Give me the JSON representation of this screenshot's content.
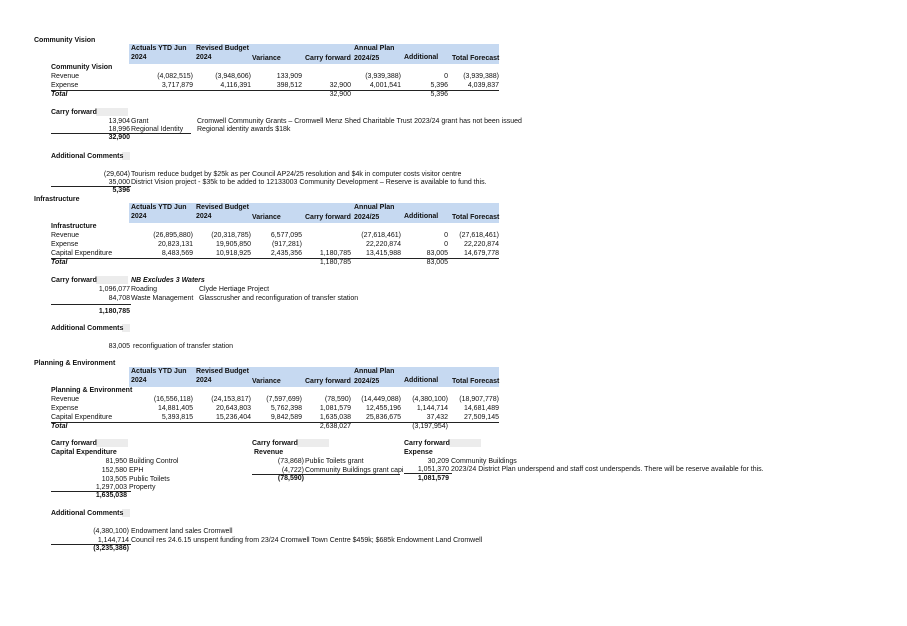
{
  "columns": {
    "actuals_line1": "Actuals YTD Jun",
    "actuals_line2": "2024",
    "revised_line1": "Revised Budget",
    "revised_line2": "2024",
    "variance": "Variance",
    "carry_forward": "Carry forward",
    "annual_plan_line1": "Annual Plan",
    "annual_plan_line2": "2024/25",
    "additional": "Additional",
    "total_forecast": "Total Forecast"
  },
  "community": {
    "section_title": "Community Vision",
    "table_title": "Community Vision",
    "rows": [
      {
        "label": "Revenue",
        "actuals": "(4,082,515)",
        "revised": "(3,948,606)",
        "variance": "133,909",
        "carry": "",
        "annual": "(3,939,388)",
        "additional": "0",
        "total": "(3,939,388)"
      },
      {
        "label": "Expense",
        "actuals": "3,717,879",
        "revised": "4,116,391",
        "variance": "398,512",
        "carry": "32,900",
        "annual": "4,001,541",
        "additional": "5,396",
        "total": "4,039,837"
      }
    ],
    "total_label": "Total",
    "total_carry": "32,900",
    "total_additional": "5,396",
    "carry_heading": "Carry forward",
    "carry_items": [
      {
        "amount": "13,904",
        "name": "Grant",
        "note": "Cromwell Community Grants – Cromwell Menz Shed Charitable Trust 2023/24 grant has not been issued"
      },
      {
        "amount": "18,996",
        "name": "Regional Identity",
        "note": "Regional identity awards $18k"
      }
    ],
    "carry_total": "32,900",
    "additional_heading": "Additional Comments",
    "additional_items": [
      {
        "amount": "(29,604)",
        "note": "Tourism reduce budget by $25k as per Council AP24/25 resolution and $4k in computer costs visitor centre"
      },
      {
        "amount": "35,000",
        "note": "District Vision project - $35k to be added to 12133003 Community Development – Reserve is available to fund this."
      }
    ],
    "additional_total": "5,396"
  },
  "infrastructure": {
    "section_title": "Infrastructure",
    "table_title": "Infrastructure",
    "rows": [
      {
        "label": "Revenue",
        "actuals": "(26,895,880)",
        "revised": "(20,318,785)",
        "variance": "6,577,095",
        "carry": "",
        "annual": "(27,618,461)",
        "additional": "0",
        "total": "(27,618,461)"
      },
      {
        "label": "Expense",
        "actuals": "20,823,131",
        "revised": "19,905,850",
        "variance": "(917,281)",
        "carry": "",
        "annual": "22,220,874",
        "additional": "0",
        "total": "22,220,874"
      },
      {
        "label": "Capital Expenditure",
        "actuals": "8,483,569",
        "revised": "10,918,925",
        "variance": "2,435,356",
        "carry": "1,180,785",
        "annual": "13,415,988",
        "additional": "83,005",
        "total": "14,679,778"
      }
    ],
    "total_label": "Total",
    "total_carry": "1,180,785",
    "total_additional": "83,005",
    "carry_heading": "Carry forward",
    "carry_note": "NB Excludes 3 Waters",
    "carry_items": [
      {
        "amount": "1,096,077",
        "name": "Roading",
        "note": "Clyde Hertiage Project"
      },
      {
        "amount": "84,708",
        "name": "Waste Management",
        "note": "Glasscrusher and reconfiguration of transfer station"
      }
    ],
    "carry_total": "1,180,785",
    "additional_heading": "Additional Comments",
    "additional_items": [
      {
        "amount": "83,005",
        "note": "reconfiguation of transfer station"
      }
    ]
  },
  "planning": {
    "section_title": "Planning & Environment",
    "table_title": "Planning & Environment",
    "rows": [
      {
        "label": "Revenue",
        "actuals": "(16,556,118)",
        "revised": "(24,153,817)",
        "variance": "(7,597,699)",
        "carry": "(78,590)",
        "annual": "(14,449,088)",
        "additional": "(4,380,100)",
        "total": "(18,907,778)"
      },
      {
        "label": "Expense",
        "actuals": "14,881,405",
        "revised": "20,643,803",
        "variance": "5,762,398",
        "carry": "1,081,579",
        "annual": "12,455,196",
        "additional": "1,144,714",
        "total": "14,681,489"
      },
      {
        "label": "Capital Expenditure",
        "actuals": "5,393,815",
        "revised": "15,236,404",
        "variance": "9,842,589",
        "carry": "1,635,038",
        "annual": "25,836,675",
        "additional": "37,432",
        "total": "27,509,145"
      }
    ],
    "total_label": "Total",
    "total_carry": "2,638,027",
    "total_additional": "(3,197,954)",
    "carry_heading_capex": "Carry forward",
    "capex_label": "Capital Expenditure",
    "capex_items": [
      {
        "amount": "81,950",
        "name": "Building Control"
      },
      {
        "amount": "152,580",
        "name": "EPH"
      },
      {
        "amount": "103,505",
        "name": "Public Toilets"
      },
      {
        "amount": "1,297,003",
        "name": "Property"
      }
    ],
    "capex_total": "1,635,038",
    "carry_heading_revenue": "Carry forward",
    "revenue_label": "Revenue",
    "revenue_items": [
      {
        "amount": "(73,868)",
        "name": "Public Toilets grant"
      },
      {
        "amount": "(4,722)",
        "name": "Community Buildings grant capi"
      }
    ],
    "revenue_total": "(78,590)",
    "carry_heading_expense": "Carry forward",
    "expense_label": "Expense",
    "expense_items": [
      {
        "amount": "30,209",
        "name": "Community Buildings"
      },
      {
        "amount": "1,051,370",
        "name": "2023/24 District Plan underspend and staff cost underspends. There will be reserve available for this."
      }
    ],
    "expense_total": "1,081,579",
    "additional_heading": "Additional Comments",
    "additional_items": [
      {
        "amount": "(4,380,100)",
        "note": "Endowment land sales Cromwell"
      },
      {
        "amount": "1,144,714",
        "note": "Council res 24.6.15 unspent funding from 23/24 Cromwell Town Centre $459k; $685k Endowment Land Cromwell"
      }
    ],
    "additional_total": "(3,235,386)"
  }
}
